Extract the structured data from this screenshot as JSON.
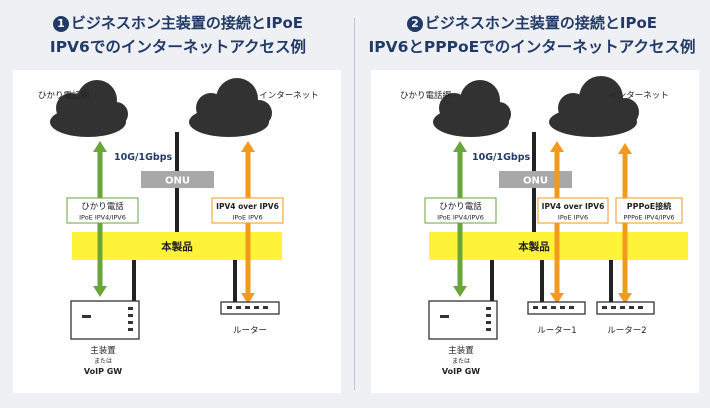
{
  "diagram1": {
    "number": "1",
    "title_line1": "ビジネスホン主装置の接続とIPoE",
    "title_line2": "IPV6でのインターネットアクセス例",
    "hikari_network": "ひかり電話網",
    "internet": "インターネット",
    "speed": "10G/1Gbps",
    "onu": "ONU",
    "box_hikari_title": "ひかり電話",
    "box_hikari_sub": "IPoE IPV4/IPV6",
    "box_ipv4_title": "IPV4 over IPV6",
    "box_ipv4_sub": "IPoE IPV6",
    "product": "本製品",
    "device_label_1": "主装置",
    "device_label_2": "または",
    "device_label_3": "VoIP GW",
    "router": "ルーター"
  },
  "diagram2": {
    "number": "2",
    "title_line1": "ビジネスホン主装置の接続とIPoE",
    "title_line2": "IPV6とPPPoEでのインターネットアクセス例",
    "hikari_network": "ひかり電話網",
    "internet": "インターネット",
    "speed": "10G/1Gbps",
    "onu": "ONU",
    "box_hikari_title": "ひかり電話",
    "box_hikari_sub": "IPoE IPV4/IPV6",
    "box_ipv4_title": "IPV4 over IPV6",
    "box_ipv4_sub": "IPoE IPV6",
    "box_pppoe_title": "PPPoE接続",
    "box_pppoe_sub": "PPPoE IPV4/IPV6",
    "product": "本製品",
    "device_label_1": "主装置",
    "device_label_2": "または",
    "device_label_3": "VoIP GW",
    "router1": "ルーター1",
    "router2": "ルーター2"
  },
  "colors": {
    "green": "#6aa53a",
    "orange": "#f39a1d",
    "yellow": "#fff33a",
    "cloud": "#323232",
    "navy": "#223a67",
    "onu": "#a8a8a8"
  }
}
